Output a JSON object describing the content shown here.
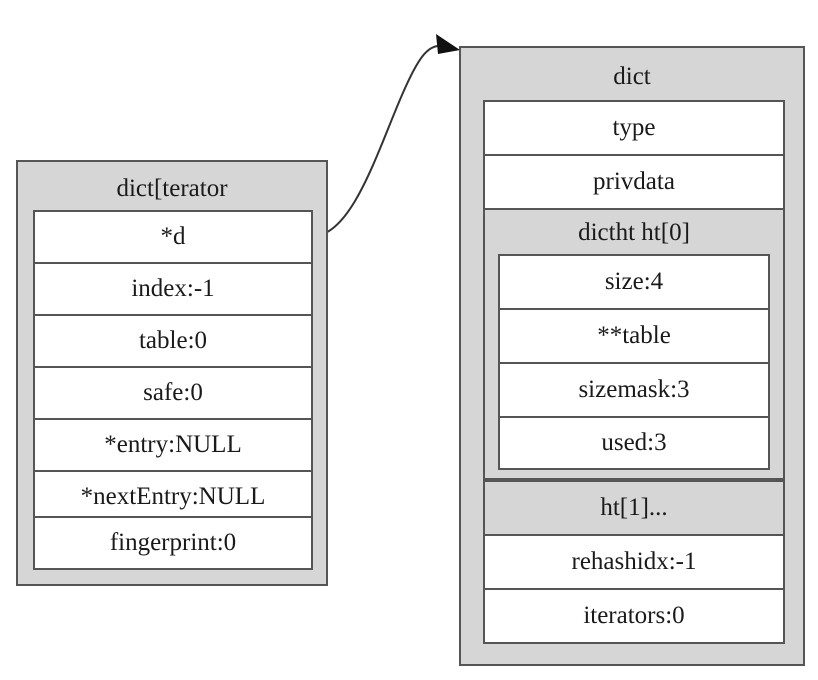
{
  "iterator": {
    "title": "dict[terator",
    "fields": [
      "*d",
      "index:-1",
      "table:0",
      "safe:0",
      "*entry:NULL",
      "*nextEntry:NULL",
      "fingerprint:0"
    ]
  },
  "dict": {
    "title": "dict",
    "type_label": "type",
    "privdata_label": "privdata",
    "ht0": {
      "title": "dictht ht[0]",
      "fields": [
        "size:4",
        "**table",
        "sizemask:3",
        "used:3"
      ]
    },
    "ht1_label": "ht[1]...",
    "rehashidx_label": "rehashidx:-1",
    "iterators_label": "iterators:0"
  }
}
